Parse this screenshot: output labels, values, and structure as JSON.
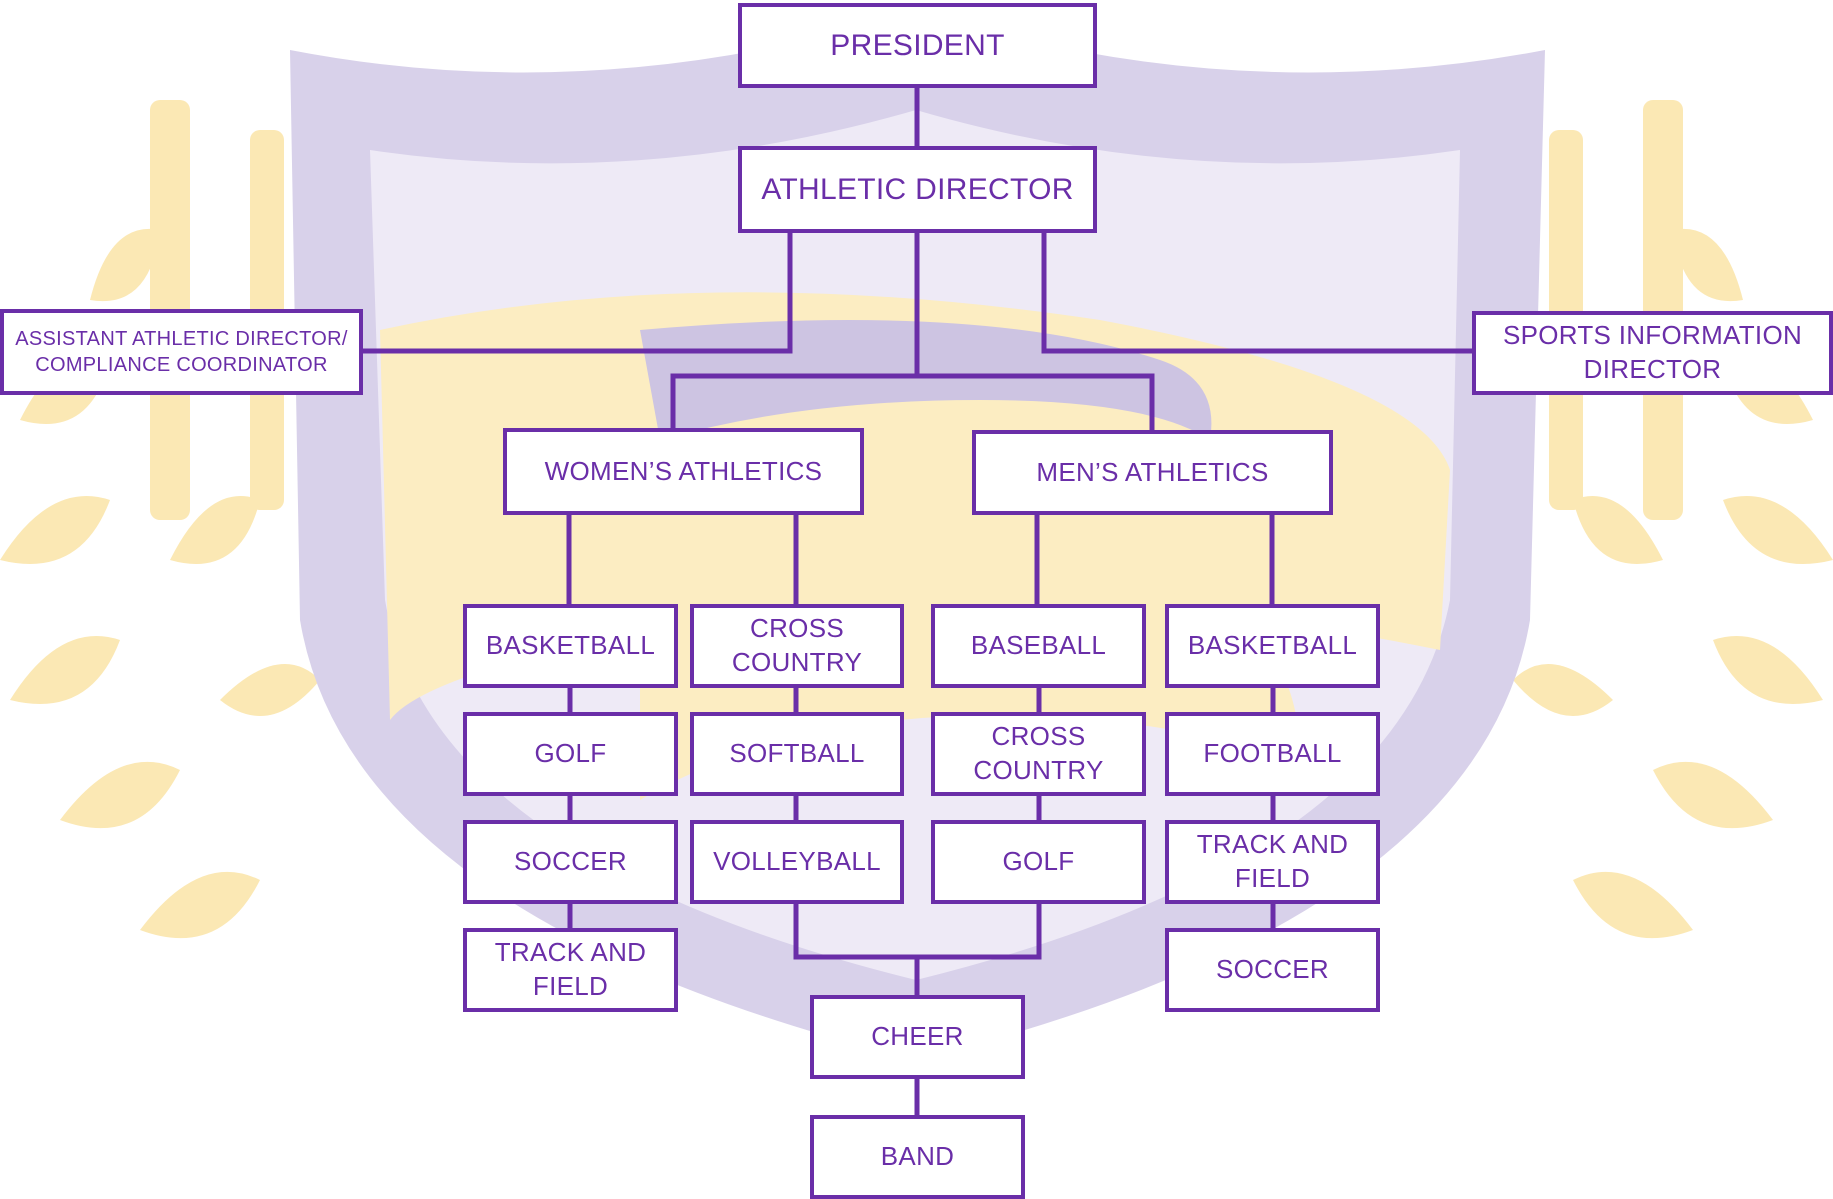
{
  "colors": {
    "accent": "#6a2ea8",
    "box_fill": "#ffffff",
    "watermark_purple": "#cfc7e3",
    "watermark_gold": "#fbe8b4"
  },
  "nodes": {
    "president": "PRESIDENT",
    "athletic_director": "ATHLETIC DIRECTOR",
    "assistant_ad": "ASSISTANT ATHLETIC DIRECTOR/\nCOMPLIANCE COORDINATOR",
    "sports_info": "SPORTS INFORMATION\nDIRECTOR",
    "womens_athletics": "WOMEN’S ATHLETICS",
    "mens_athletics": "MEN’S ATHLETICS",
    "women_col1": [
      "BASKETBALL",
      "GOLF",
      "SOCCER",
      "TRACK AND\nFIELD"
    ],
    "women_col2": [
      "CROSS\nCOUNTRY",
      "SOFTBALL",
      "VOLLEYBALL"
    ],
    "men_col1": [
      "BASEBALL",
      "CROSS\nCOUNTRY",
      "GOLF"
    ],
    "men_col2": [
      "BASKETBALL",
      "FOOTBALL",
      "TRACK AND\nFIELD",
      "SOCCER"
    ],
    "cheer": "CHEER",
    "band": "BAND"
  }
}
